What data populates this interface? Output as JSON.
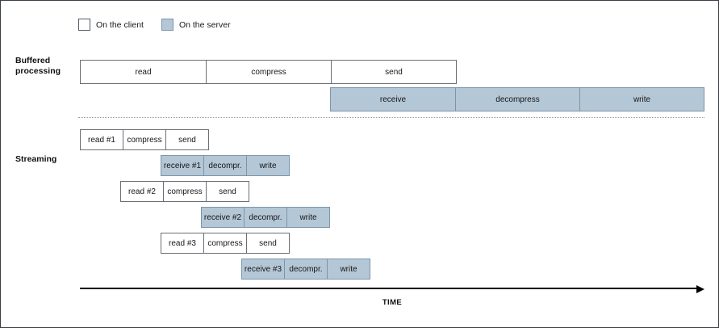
{
  "legend": {
    "items": [
      {
        "label": "On the client",
        "swatch": "client",
        "color": "#ffffff"
      },
      {
        "label": "On the server",
        "swatch": "server",
        "color": "#b4c7d6"
      }
    ]
  },
  "sections": {
    "buffered": {
      "label_line1": "Buffered",
      "label_line2": "processing"
    },
    "streaming": {
      "label": "Streaming"
    }
  },
  "buffered_rows": [
    {
      "side": "client",
      "segments": [
        {
          "label": "read"
        },
        {
          "label": "compress"
        },
        {
          "label": "send"
        }
      ]
    },
    {
      "side": "server",
      "segments": [
        {
          "label": "receive"
        },
        {
          "label": "decompress"
        },
        {
          "label": "write"
        }
      ]
    }
  ],
  "streaming_rows": [
    {
      "side": "client",
      "segments": [
        {
          "label": "read #1"
        },
        {
          "label": "compress"
        },
        {
          "label": "send"
        }
      ]
    },
    {
      "side": "server",
      "segments": [
        {
          "label": "receive #1"
        },
        {
          "label": "decompr."
        },
        {
          "label": "write"
        }
      ]
    },
    {
      "side": "client",
      "segments": [
        {
          "label": "read #2"
        },
        {
          "label": "compress"
        },
        {
          "label": "send"
        }
      ]
    },
    {
      "side": "server",
      "segments": [
        {
          "label": "receive #2"
        },
        {
          "label": "decompr."
        },
        {
          "label": "write"
        }
      ]
    },
    {
      "side": "client",
      "segments": [
        {
          "label": "read #3"
        },
        {
          "label": "compress"
        },
        {
          "label": "send"
        }
      ]
    },
    {
      "side": "server",
      "segments": [
        {
          "label": "receive #3"
        },
        {
          "label": "decompr."
        },
        {
          "label": "write"
        }
      ]
    }
  ],
  "axis": {
    "caption": "TIME"
  },
  "colors": {
    "client_fill": "#ffffff",
    "server_fill": "#b4c7d6",
    "client_stroke": "#6a6f75",
    "server_stroke": "#7e95a8",
    "divider": "#9a9a9a",
    "text": "#161616"
  }
}
